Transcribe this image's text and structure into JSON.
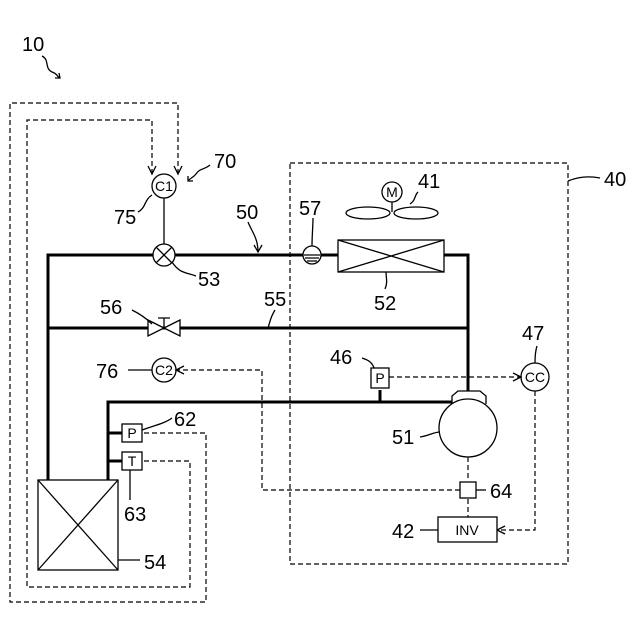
{
  "labels": {
    "system": "10",
    "outdoor_unit": "40",
    "fan_motor": "41",
    "inverter_ref": "42",
    "pressure_sensor_out": "46",
    "controller_out_ref": "47",
    "pipe_main": "50",
    "compressor": "51",
    "heat_exchanger_out": "52",
    "expansion_valve": "53",
    "heat_exchanger_in": "54",
    "pipe_bypass": "55",
    "bypass_valve": "56",
    "receiver": "57",
    "pressure_sensor_in": "62",
    "temp_sensor_in": "63",
    "current_sensor": "64",
    "controller_1_group": "70",
    "controller_1_ref": "75",
    "controller_2_ref": "76"
  },
  "symbols": {
    "controller_1": "C1",
    "controller_2": "C2",
    "controller_out": "CC",
    "motor": "M",
    "pressure": "P",
    "temperature": "T",
    "inverter": "INV"
  }
}
